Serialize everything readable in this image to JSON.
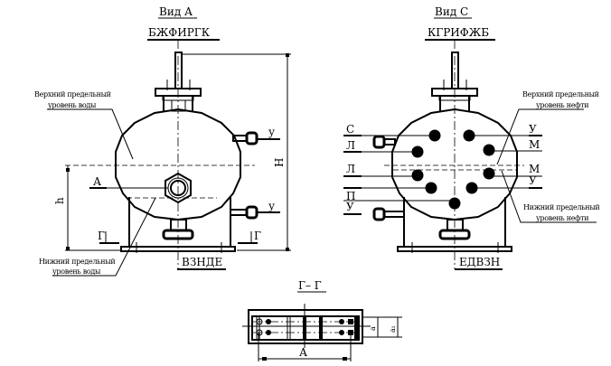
{
  "view_a": {
    "title": "Вид А",
    "top_label": "БЖФИРГК",
    "bottom_label": "ВЗНДЕ",
    "upper_level_line1": "Верхний предельный",
    "upper_level_line2": "уровень воды",
    "lower_level_line1": "Нижний предельный",
    "lower_level_line2": "уровень воды",
    "nozzle_label_a": "А",
    "side_label_1": "у",
    "side_label_2": "у",
    "dim_height": "Н",
    "dim_level": "h",
    "section_mark_left": "Г",
    "section_mark_right": "Г"
  },
  "view_c": {
    "title": "Вид С",
    "top_label": "КГРИФЖБ",
    "bottom_label": "ЕДВЗН",
    "upper_level_line1": "Верхний предельный",
    "upper_level_line2": "уровень нефти",
    "lower_level_line1": "Нижний предельный",
    "lower_level_line2": "уровень нефти",
    "left_labels": [
      "С",
      "Л",
      "Л",
      "П",
      "У"
    ],
    "right_labels": [
      "У",
      "М",
      "М",
      "У"
    ]
  },
  "section": {
    "title": "Г– Г",
    "dim_a": "А",
    "dim_small_a": "а",
    "dim_small_a1": "а₁"
  }
}
